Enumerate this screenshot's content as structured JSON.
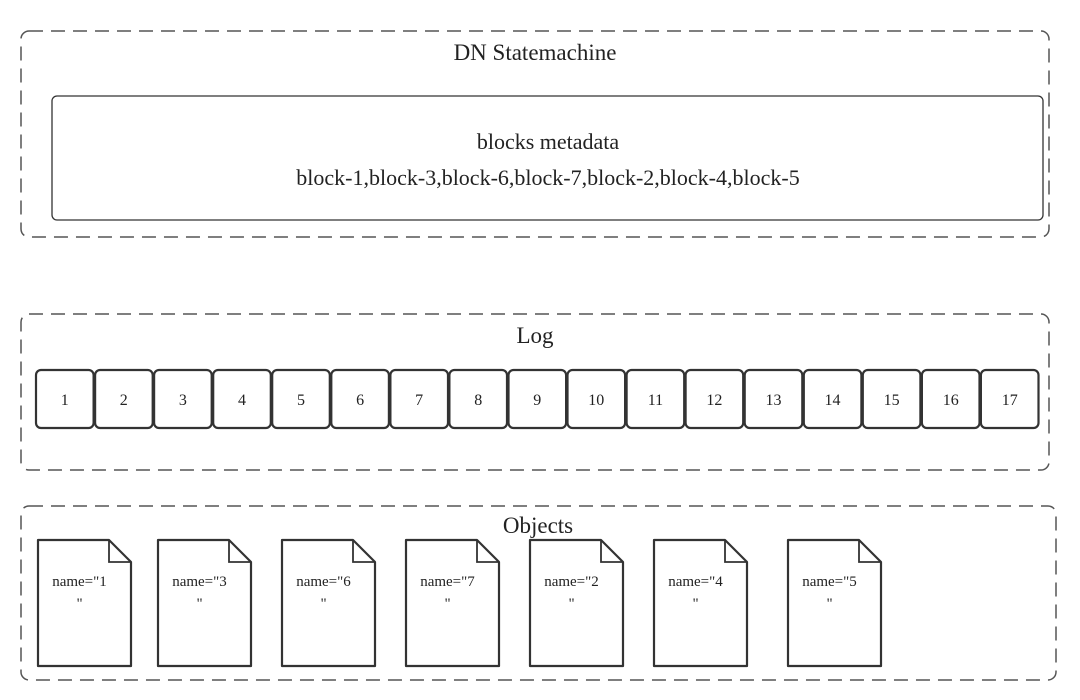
{
  "statemachine": {
    "title": "DN Statemachine",
    "metadata": {
      "title": "blocks metadata",
      "blocks": "block-1,block-3,block-6,block-7,block-2,block-4,block-5"
    }
  },
  "log": {
    "title": "Log",
    "entries": [
      "1",
      "2",
      "3",
      "4",
      "5",
      "6",
      "7",
      "8",
      "9",
      "10",
      "11",
      "12",
      "13",
      "14",
      "15",
      "16",
      "17"
    ]
  },
  "objects": {
    "title": "Objects",
    "items": [
      {
        "line1": "name=\"1",
        "line2": "\""
      },
      {
        "line1": "name=\"3",
        "line2": "\""
      },
      {
        "line1": "name=\"6",
        "line2": "\""
      },
      {
        "line1": "name=\"7",
        "line2": "\""
      },
      {
        "line1": "name=\"2",
        "line2": "\""
      },
      {
        "line1": "name=\"4",
        "line2": "\""
      },
      {
        "line1": "name=\"5",
        "line2": "\""
      }
    ]
  },
  "colors": {
    "stroke": "#333333",
    "dash": "#555555",
    "background": "#ffffff"
  }
}
